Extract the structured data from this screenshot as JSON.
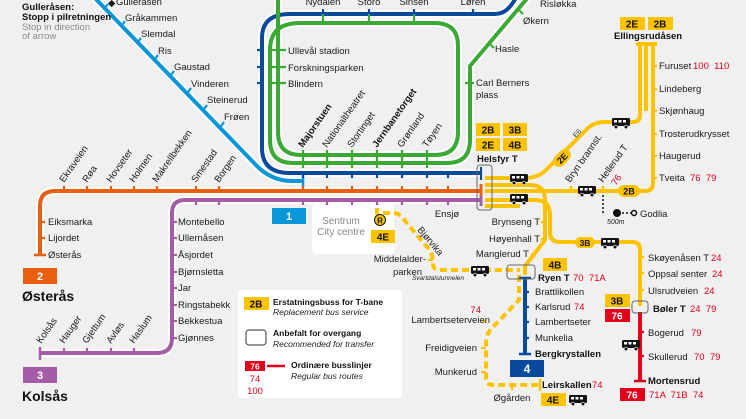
{
  "colors": {
    "line1": "#0a96d8",
    "line2": "#e8600f",
    "line3": "#a45ca6",
    "line45": "#0a4a9c",
    "green": "#3aaa35",
    "replacement": "#fdc300",
    "bus": "#e2001a",
    "background": "#f0f0f0"
  },
  "note": {
    "title": "Gulleråsen:",
    "no": "Stopp i pilretningen",
    "en1": "Stop in direction",
    "en2": "of arrow"
  },
  "line1": {
    "number": "1",
    "stations": [
      "Gulleråsen",
      "Gråkammen",
      "Slemdal",
      "Ris",
      "Gaustad",
      "Vinderen",
      "Steinerud",
      "Frøen"
    ]
  },
  "line2": {
    "number": "2",
    "terminus": "Østerås",
    "stations": [
      "Eiksmarka",
      "Lijordet",
      "Østerås"
    ]
  },
  "line3": {
    "number": "3",
    "terminus": "Kolsås",
    "stations": [
      "Montebello",
      "Ullernåsen",
      "Åsjordet",
      "Bjørnsletta",
      "Jar",
      "Ringstabekk",
      "Bekkestua",
      "Gjønnes"
    ],
    "west_stations": [
      "Kolsås",
      "Hauger",
      "Gjettum",
      "Avløs",
      "Haslum"
    ]
  },
  "shared_west": [
    "Ekraveien",
    "Røa",
    "Hovseter",
    "Holmen",
    "Makrellbekken",
    "Smestad",
    "Borgen"
  ],
  "ring": {
    "top": [
      "Nydalen",
      "Storo",
      "Sinsen",
      "Løren"
    ],
    "west": [
      "Ullevål stadion",
      "Forskningsparken",
      "Blindern"
    ],
    "east": [
      "Risløkka",
      "Økern",
      "Hasle"
    ],
    "carl_berners": [
      "Carl Berners",
      "plass"
    ]
  },
  "center": [
    "Majorstuen",
    "Nationaltheatret",
    "Stortinget",
    "Jernbanetorget",
    "Grønland",
    "Tøyen"
  ],
  "ensjo": "Ensjø",
  "sentrum": {
    "no": "Sentrum",
    "en": "City centre",
    "r": "R"
  },
  "helsfyr": {
    "name": "Helsfyr T",
    "badges": [
      "2B",
      "3B",
      "2E",
      "4B"
    ]
  },
  "east_branch": {
    "terminus": "Ellingsrudåsen",
    "badges": [
      "2E",
      "2B"
    ],
    "stations": [
      {
        "name": "Furuset",
        "bus": "100  110"
      },
      {
        "name": "Lindeberg",
        "bus": ""
      },
      {
        "name": "Skjønhaug",
        "bus": ""
      },
      {
        "name": "Trosterudkrysset",
        "bus": ""
      },
      {
        "name": "Haugerud",
        "bus": ""
      },
      {
        "name": "Tveita",
        "bus": "76  79"
      }
    ],
    "road": "E6",
    "badge_2e": "2E",
    "badge_2b": "2B"
  },
  "bryn": "Bryn brannst.",
  "hellerud": {
    "name": "Hellerud T",
    "bus": "76"
  },
  "godlia": {
    "name": "Godlia",
    "distance": "500m"
  },
  "south": {
    "stations": [
      "Brynseng T",
      "Høyenhall T",
      "Manglerud T"
    ],
    "ryen": {
      "name": "Ryen T",
      "bus": "70  71A",
      "badge": "4B"
    }
  },
  "oppsal": {
    "badge": "3B",
    "stations": [
      {
        "name": "Skøyenåsen T",
        "bus": "24"
      },
      {
        "name": "Oppsal senter",
        "bus": "24"
      },
      {
        "name": "Ulsrudveien",
        "bus": "24"
      }
    ],
    "boler": {
      "name": "Bøler T",
      "bus": "24  79",
      "badges": [
        "3B",
        "76"
      ]
    }
  },
  "line76": {
    "number": "76",
    "stations": [
      {
        "name": "Bogerud",
        "bus": "79"
      },
      {
        "name": "Skullerud",
        "bus": "70  79"
      },
      {
        "name": "Mortensrud",
        "bus": "71A  71B  74"
      }
    ]
  },
  "line4": {
    "number": "4",
    "stations": [
      "Brattlikollen",
      "Karlsrud",
      "Lambertseter",
      "Munkelia",
      "Bergkrystallen"
    ],
    "karlsrud_bus": "74"
  },
  "replacement_4e": {
    "badge": "4E",
    "bjorvika": "Bjørvika",
    "middelalder": [
      "Middelalder-",
      "parken"
    ],
    "tunnel": "Svartdalstunnelen",
    "stations": [
      "Lambertseterveien",
      "Freidigveien",
      "Munkerud",
      "Øgården",
      "Leirskallen"
    ],
    "lambertseterveien_bus": "74",
    "leirskallen_bus": "74",
    "badge_bottom": "4E"
  },
  "legend": {
    "replacement": {
      "badge": "2B",
      "no": "Erstatningsbuss for T-bane",
      "en": "Replacement bus service"
    },
    "transfer": {
      "no": "Anbefalt for overgang",
      "en": "Recommended for transfer"
    },
    "bus": {
      "badge": "76",
      "nums": [
        "74",
        "100"
      ],
      "no": "Ordinære busslinjer",
      "en": "Regular bus routes"
    }
  }
}
